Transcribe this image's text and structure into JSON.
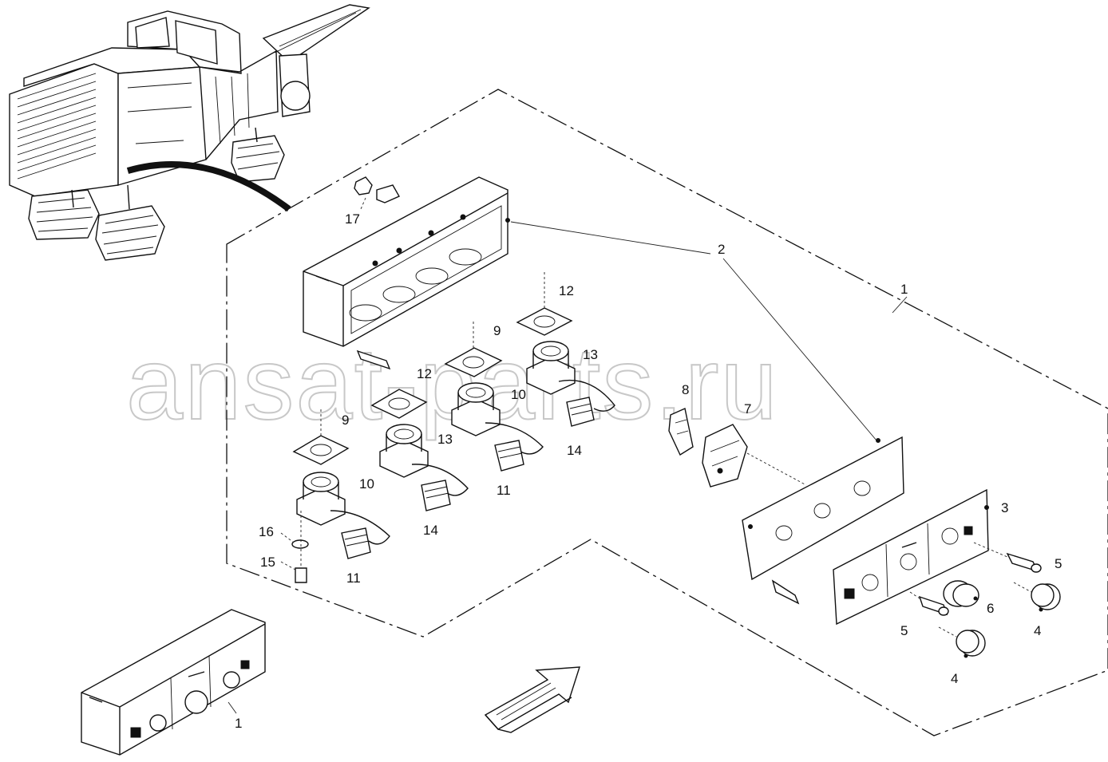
{
  "watermark": "ansat-parts.ru",
  "callouts": {
    "c1_top": "1",
    "c1_bottom": "1",
    "c2": "2",
    "c3": "3",
    "c4_a": "4",
    "c4_b": "4",
    "c5_a": "5",
    "c5_b": "5",
    "c6": "6",
    "c7": "7",
    "c8": "8",
    "c9_a": "9",
    "c9_b": "9",
    "c10_a": "10",
    "c10_b": "10",
    "c11_a": "11",
    "c11_b": "11",
    "c12_a": "12",
    "c12_b": "12",
    "c13_a": "13",
    "c13_b": "13",
    "c14_a": "14",
    "c14_b": "14",
    "c15": "15",
    "c16": "16",
    "c17": "17"
  },
  "icons": {
    "machine": "cold-milling-machine-icon",
    "direction": "direction-arrow-icon"
  }
}
